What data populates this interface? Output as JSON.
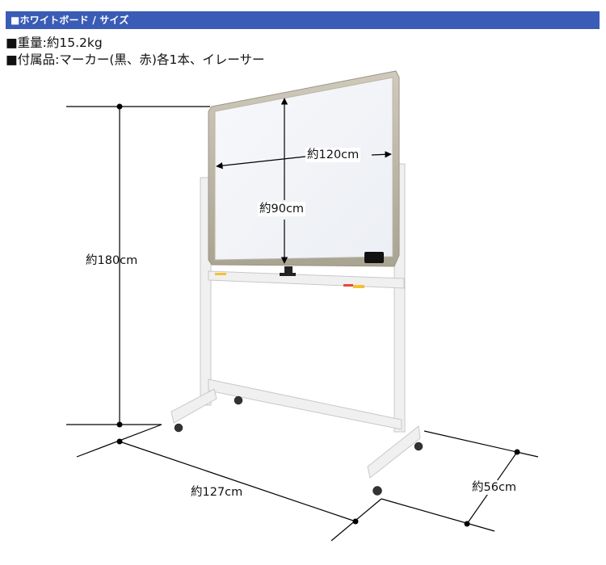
{
  "header": {
    "title": "■ホワイトボード / サイズ",
    "background_color": "#3a5cb6"
  },
  "specs": [
    {
      "label": "■重量:約15.2kg"
    },
    {
      "label": "■付属品:マーカー(黒、赤)各1本、イレーサー"
    }
  ],
  "dimensions": {
    "width": "約120cm",
    "board_height": "約90cm",
    "total_height": "約180cm",
    "base_width": "約127cm",
    "depth": "約56cm"
  },
  "illustration": {
    "subject": "mobile whiteboard on stand with casters",
    "frame_color": "#b9b4a6",
    "board_color": "#f3f5f9",
    "stand_color": "#eeeeee"
  }
}
